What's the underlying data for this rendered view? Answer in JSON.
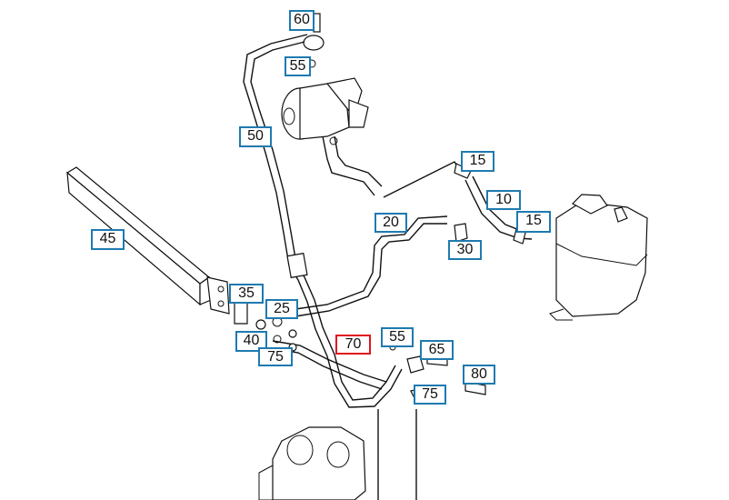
{
  "colors": {
    "label_border": "#1f7ab0",
    "selected_border": "#e0141e",
    "line": "#111111",
    "background": "#ffffff"
  },
  "labels": [
    {
      "id": "60a",
      "text": "60"
    },
    {
      "id": "55a",
      "text": "55"
    },
    {
      "id": "50",
      "text": "50"
    },
    {
      "id": "15a",
      "text": "15"
    },
    {
      "id": "10",
      "text": "10"
    },
    {
      "id": "15b",
      "text": "15"
    },
    {
      "id": "20",
      "text": "20"
    },
    {
      "id": "30",
      "text": "30"
    },
    {
      "id": "45",
      "text": "45"
    },
    {
      "id": "35",
      "text": "35"
    },
    {
      "id": "25",
      "text": "25"
    },
    {
      "id": "40",
      "text": "40"
    },
    {
      "id": "75a",
      "text": "75"
    },
    {
      "id": "70",
      "text": "70",
      "selected": true
    },
    {
      "id": "55b",
      "text": "55"
    },
    {
      "id": "65",
      "text": "65"
    },
    {
      "id": "80",
      "text": "80"
    },
    {
      "id": "75b",
      "text": "75"
    }
  ]
}
